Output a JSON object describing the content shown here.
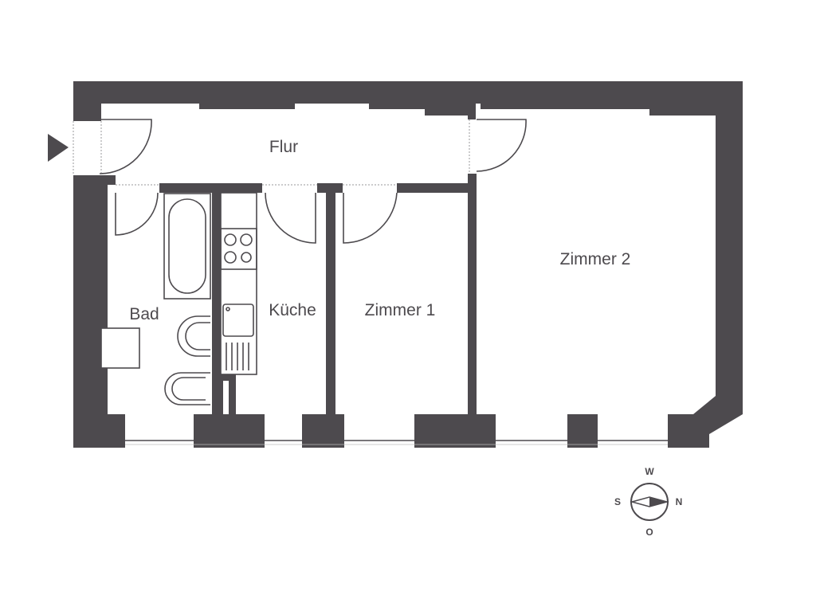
{
  "rooms": {
    "flur": "Flur",
    "bad": "Bad",
    "kueche": "Küche",
    "zimmer1": "Zimmer 1",
    "zimmer2": "Zimmer 2"
  },
  "compass": {
    "top": "W",
    "left": "S",
    "right": "N",
    "bottom": "O"
  },
  "colors": {
    "wall": "#4d4a4e",
    "background": "#ffffff"
  }
}
